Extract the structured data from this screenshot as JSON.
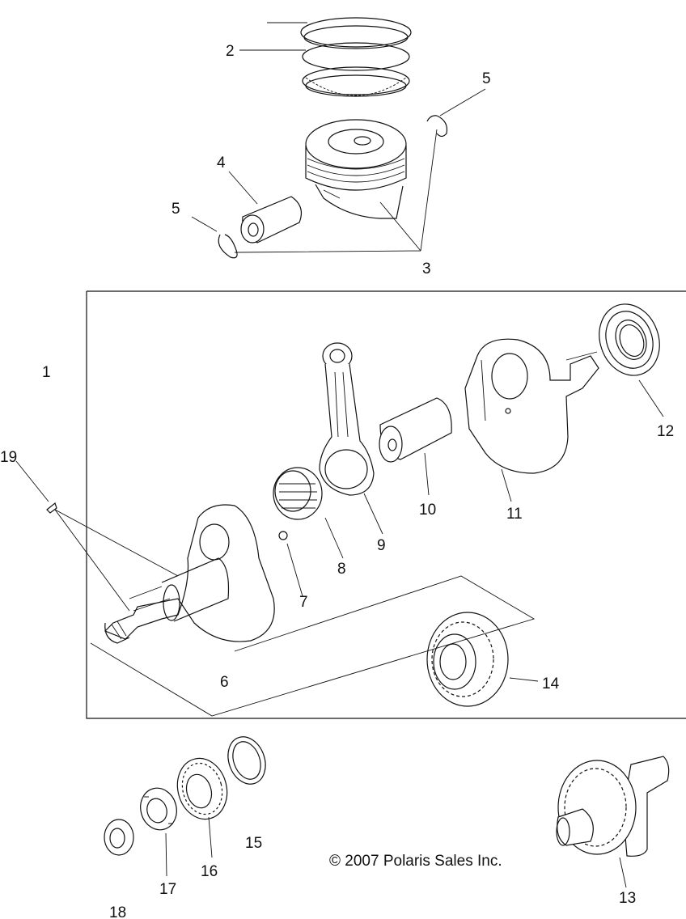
{
  "diagram": {
    "labels": [
      "1",
      "2",
      "3",
      "4",
      "5",
      "5",
      "6",
      "7",
      "8",
      "9",
      "10",
      "11",
      "12",
      "13",
      "14",
      "15",
      "16",
      "17",
      "18",
      "19"
    ],
    "copyright": "© 2007 Polaris Sales Inc."
  },
  "icons": [
    "piston-rings",
    "piston",
    "piston-pin",
    "circlip",
    "crankshaft",
    "connecting-rod",
    "needle-bearing",
    "ball-bearing",
    "gear",
    "balance-shaft",
    "washer",
    "nut",
    "woodruff-key"
  ]
}
